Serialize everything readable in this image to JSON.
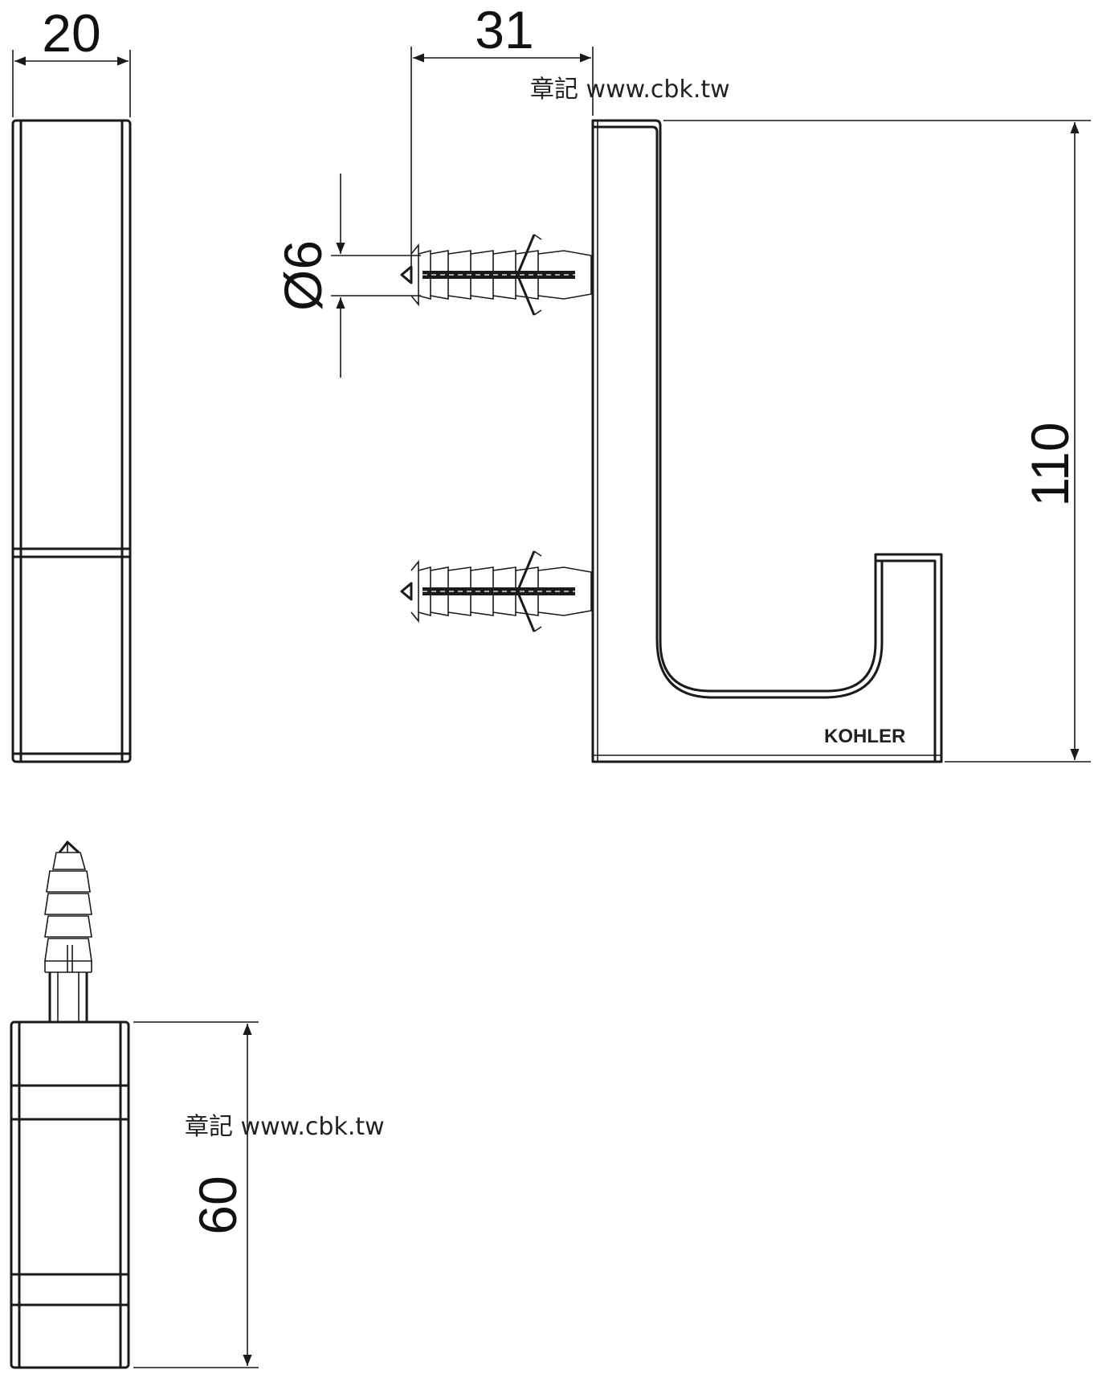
{
  "dimensions": {
    "width": "20",
    "projection": "31",
    "diameter": "Ø6",
    "height": "110",
    "depth": "60"
  },
  "watermark": {
    "top": "章記 www.cbk.tw",
    "bottom": "章記 www.cbk.tw"
  },
  "brand": "KOHLER",
  "colors": {
    "line": "#1a1a1a",
    "background": "#ffffff"
  }
}
